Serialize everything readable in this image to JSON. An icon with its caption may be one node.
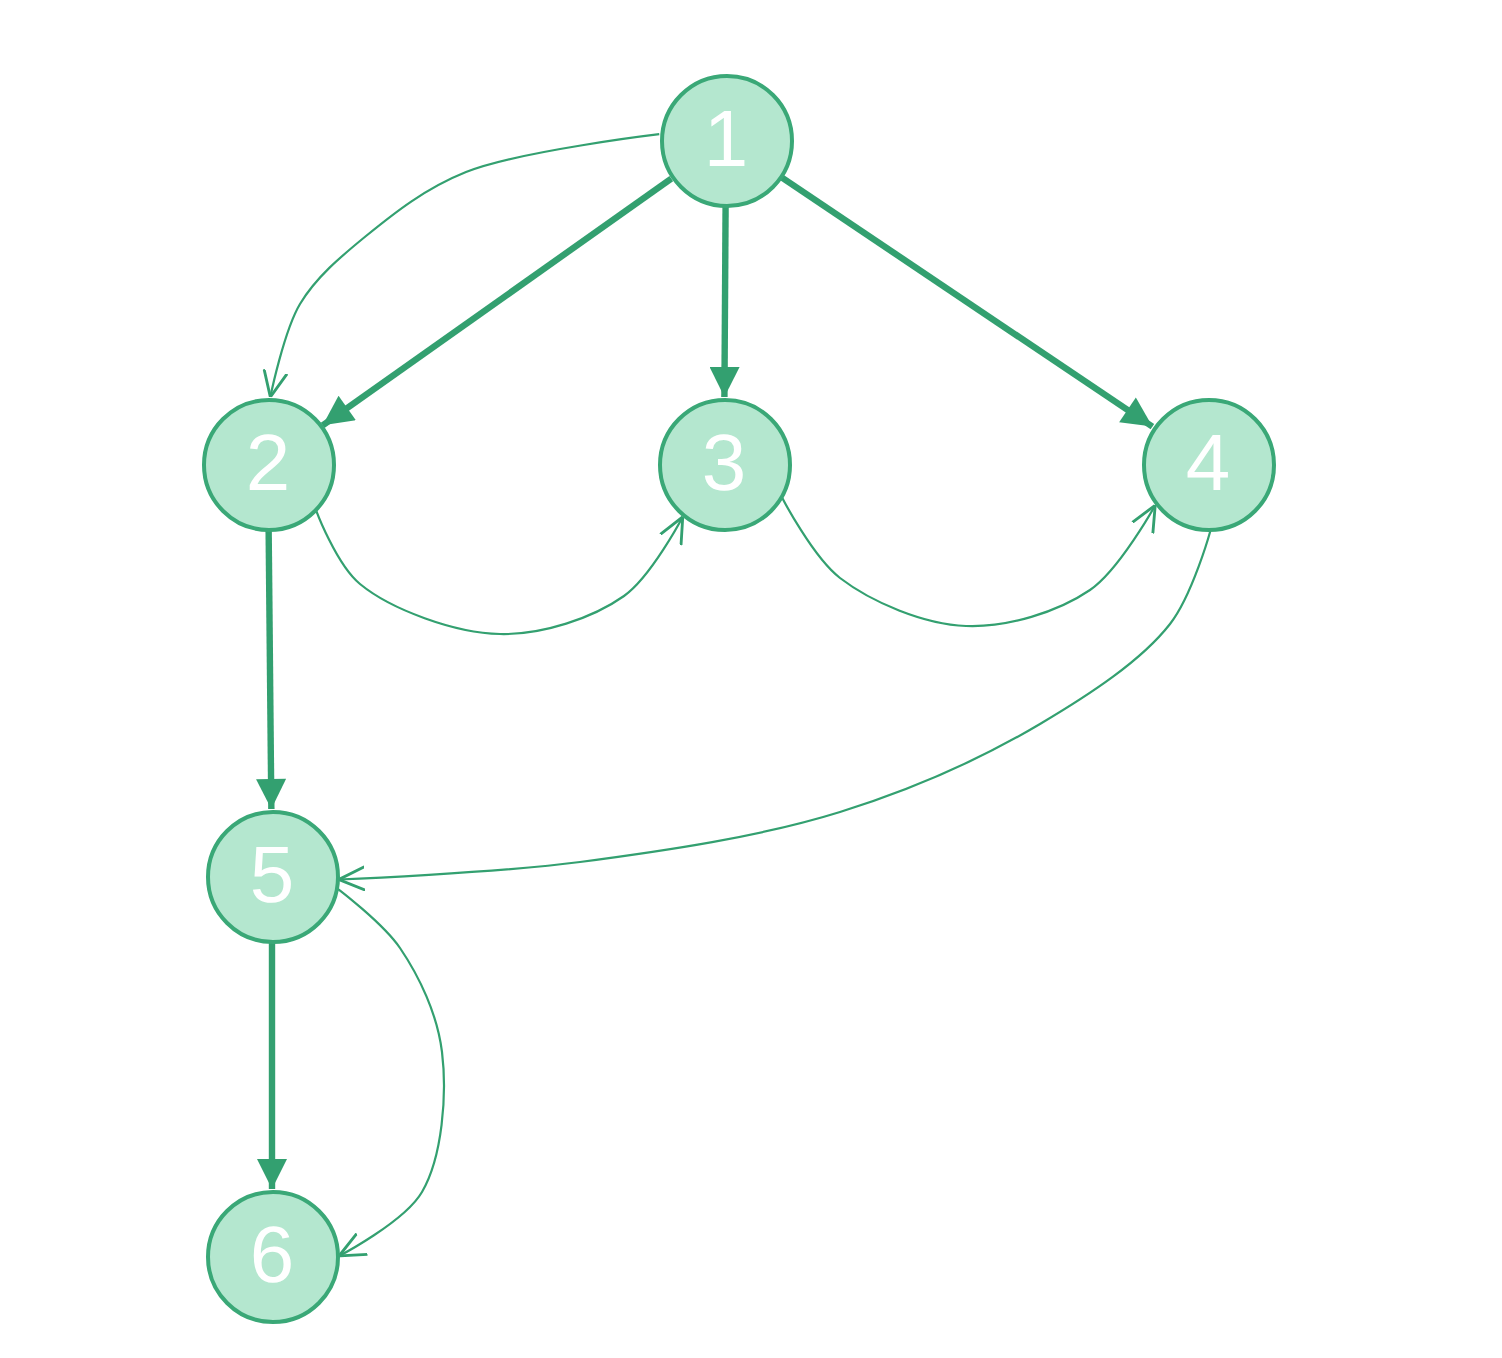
{
  "diagram": {
    "nodes": [
      {
        "text": [
          "1"
        ]
      },
      {
        "text": [
          "2"
        ]
      },
      {
        "text": [
          "3"
        ]
      },
      {
        "text": [
          "4"
        ]
      },
      {
        "text": [
          "5"
        ]
      },
      {
        "text": [
          "6"
        ]
      }
    ],
    "edges": [
      {
        "from": 0,
        "to": 1,
        "arrow": "to",
        "style": "thick"
      },
      {
        "from": 0,
        "to": 2,
        "arrow": "to",
        "style": "thick"
      },
      {
        "from": 0,
        "to": 3,
        "arrow": "to",
        "style": "thick"
      },
      {
        "from": 0,
        "to": 1,
        "arrow": "to"
      },
      {
        "from": 1,
        "to": 2,
        "arrow": "to"
      },
      {
        "from": 2,
        "to": 3,
        "arrow": "to"
      },
      {
        "from": 1,
        "to": 4,
        "arrow": "to",
        "style": "thick"
      },
      {
        "from": 3,
        "to": 4,
        "arrow": "to"
      },
      {
        "from": 4,
        "to": 5,
        "arrow": "to",
        "style": "thick"
      },
      {
        "from": 4,
        "to": 5,
        "arrow": "to"
      }
    ]
  }
}
